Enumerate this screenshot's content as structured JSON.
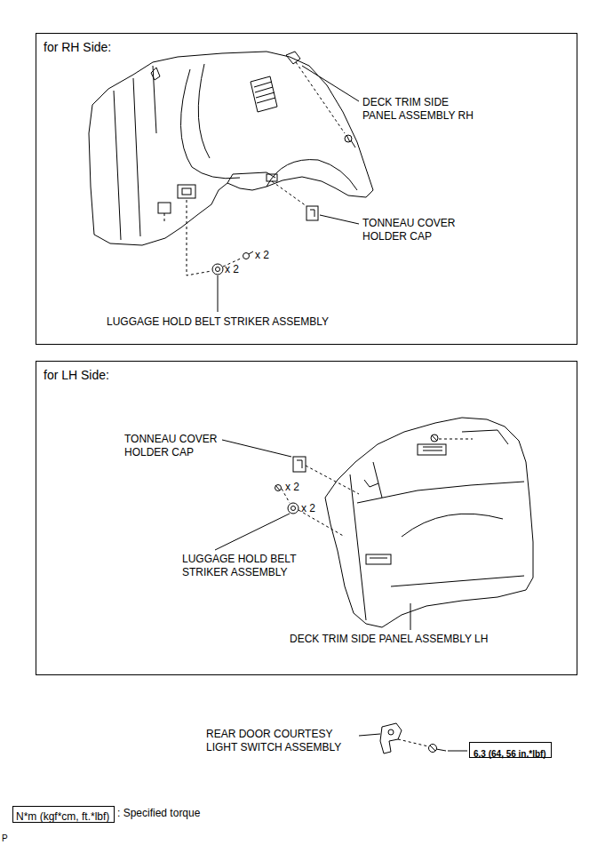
{
  "diagram": {
    "nodes": [
      {
        "text": [
          "for RH Side:"
        ]
      },
      {
        "text": [
          "for LH Side:"
        ]
      },
      {
        "text": [
          "6.3 (64, 56 in.*lbf)"
        ]
      },
      {
        "text": [
          "N*m (kgf*cm, ft.*lbf)"
        ]
      }
    ],
    "labels": [
      "DECK TRIM SIDE PANEL ASSEMBLY RH",
      "TONNEAU COVER HOLDER CAP",
      "x 2",
      "x 2",
      "LUGGAGE HOLD BELT STRIKER ASSEMBLY",
      "TONNEAU COVER HOLDER CAP",
      "x 2",
      "x 2",
      "LUGGAGE HOLD BELT STRIKER ASSEMBLY",
      "DECK TRIM SIDE PANEL ASSEMBLY LH",
      "REAR DOOR COURTESY LIGHT SWITCH ASSEMBLY",
      ": Specified torque",
      "P"
    ]
  }
}
